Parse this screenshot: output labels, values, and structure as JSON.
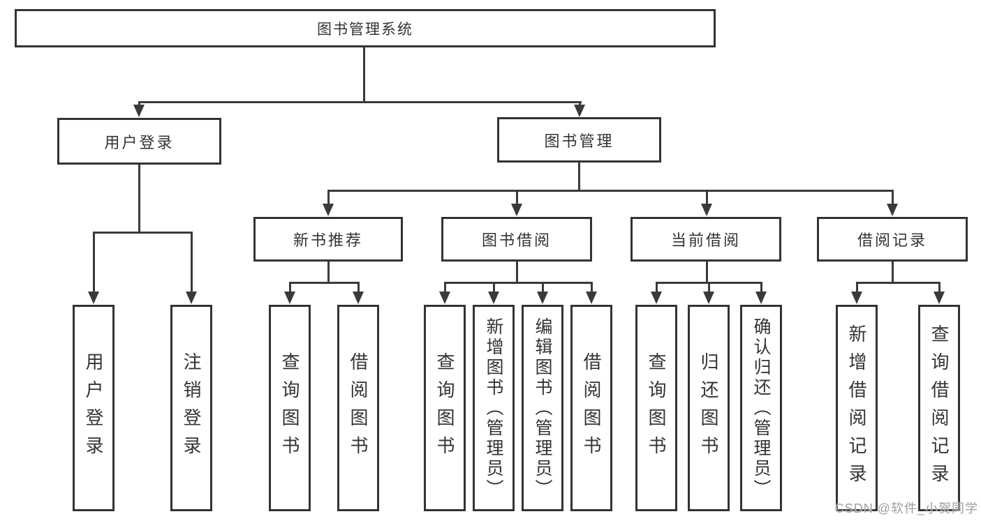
{
  "colors": {
    "line": "#3a3a3a",
    "border": "#333333",
    "text": "#333333",
    "watermark": "#9e9e9e"
  },
  "nodes": {
    "root": {
      "label": "图书管理系统"
    },
    "level2": [
      {
        "label": "用户登录"
      },
      {
        "label": "图书管理"
      }
    ],
    "level3": [
      {
        "label": "新书推荐"
      },
      {
        "label": "图书借阅"
      },
      {
        "label": "当前借阅"
      },
      {
        "label": "借阅记录"
      }
    ],
    "leaves": [
      {
        "label": "用户登录"
      },
      {
        "label": "注销登录"
      },
      {
        "label": "查询图书"
      },
      {
        "label": "借阅图书"
      },
      {
        "label": "查询图书"
      },
      {
        "label": "新增图书（管理员）"
      },
      {
        "label": "编辑图书（管理员）"
      },
      {
        "label": "借阅图书"
      },
      {
        "label": "查询图书"
      },
      {
        "label": "归还图书"
      },
      {
        "label": "确认归还（管理员）"
      },
      {
        "label": "新增借阅记录"
      },
      {
        "label": "查询借阅记录"
      }
    ]
  },
  "watermark": {
    "text": "CSDN @软件_小贺同学"
  }
}
